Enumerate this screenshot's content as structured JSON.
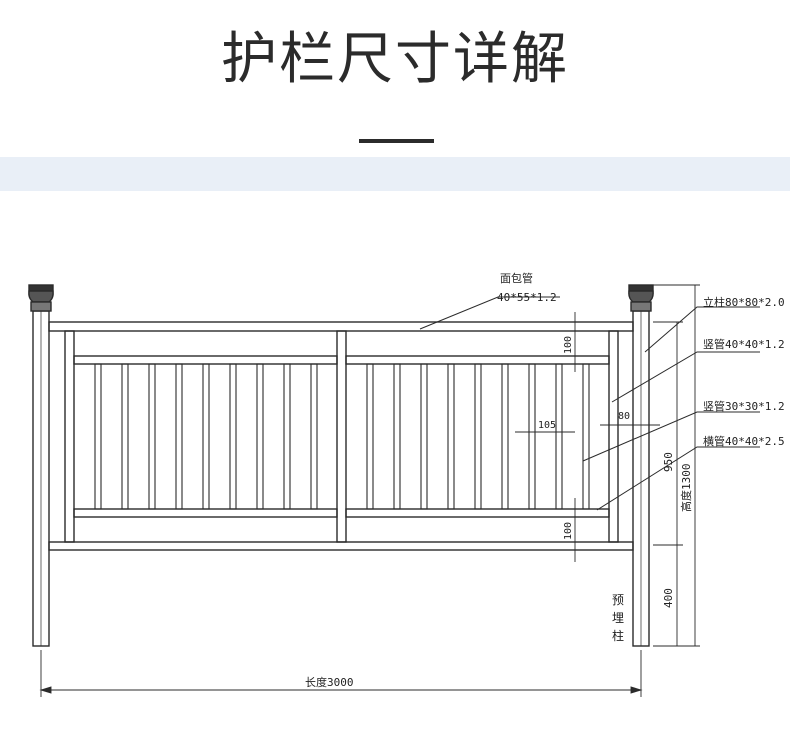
{
  "title": "护栏尺寸详解",
  "labels": {
    "handrail_name": "面包管",
    "handrail_spec": "40*55*1.2",
    "post_spec": "立柱80*80*2.0",
    "vertical_big": "竖管40*40*1.2",
    "vertical_small": "竖管30*30*1.2",
    "horizontal": "横管40*40*2.5",
    "embedded_post": "预埋柱",
    "length": "长度3000",
    "height_total": "高度1300"
  },
  "dimensions": {
    "top_gap": "100",
    "bottom_gap": "100",
    "post_width": "80",
    "spacing": "105",
    "frame_height": "950",
    "embed_depth": "400"
  },
  "colors": {
    "ink": "#2b2b2b",
    "band": "#e9eff7"
  }
}
